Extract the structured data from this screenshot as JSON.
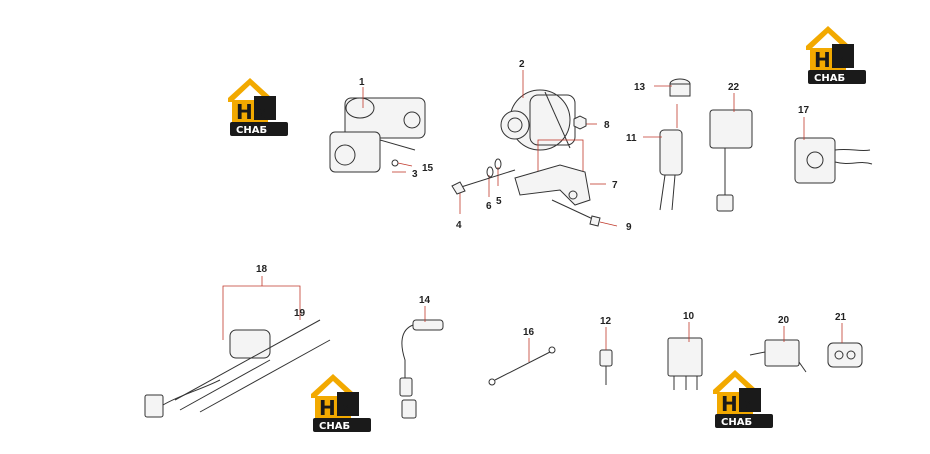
{
  "brand": {
    "logo_letters": "НЗ",
    "logo_word": "СНАБ",
    "colors": {
      "accent": "#f2a900",
      "dark": "#1a1a1a",
      "leader": "#c0392b"
    }
  },
  "callouts": {
    "p1": "1",
    "p2": "2",
    "p3": "3",
    "p4": "4",
    "p5": "5",
    "p6": "6",
    "p7": "7",
    "p8": "8",
    "p9": "9",
    "p10": "10",
    "p11": "11",
    "p12": "12",
    "p13": "13",
    "p14": "14",
    "p15": "15",
    "p16": "16",
    "p17": "17",
    "p18": "18",
    "p19": "19",
    "p20": "20",
    "p21": "21",
    "p22": "22"
  }
}
